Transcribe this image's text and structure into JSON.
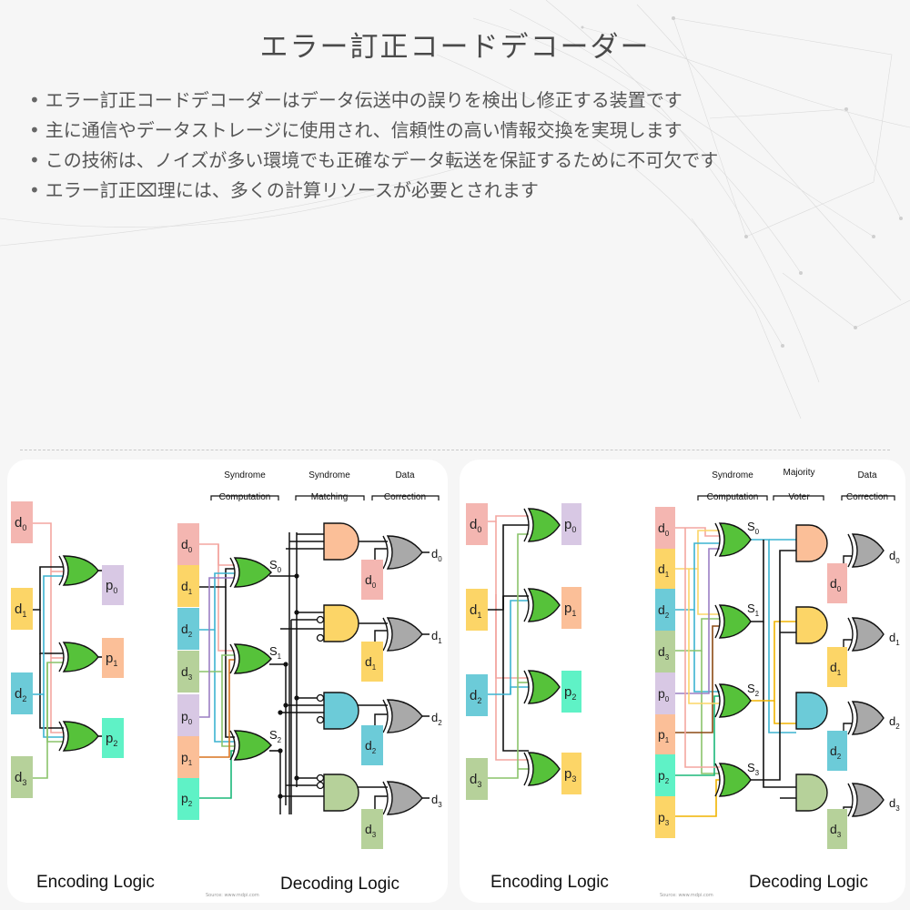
{
  "title": "エラー訂正コードデコーダー",
  "bullets": [
    "エラー訂正コードデコーダーはデータ伝送中の誤りを検出し修正する装置です",
    "主に通信やデータストレージに使用され、信頼性の高い情報交換を実現します",
    "この技術は、ノイズが多い環境でも正確なデータ転送を保証するために不可欠です",
    "エラー訂正⌧理には、多くの計算リソースが必要とされます"
  ],
  "left_figure": {
    "encoding_caption": "Encoding Logic",
    "decoding_caption": "Decoding Logic",
    "headers": {
      "h1a": "Syndrome",
      "h1b": "Computation",
      "h2a": "Syndrome",
      "h2b": "Matching",
      "h3a": "Data",
      "h3b": "Correction"
    },
    "source": "Source: www.mdpi.com"
  },
  "right_figure": {
    "encoding_caption": "Encoding Logic",
    "decoding_caption": "Decoding Logic",
    "headers": {
      "h1a": "Syndrome",
      "h1b": "Computation",
      "h2a": "Majority",
      "h2b": "Voter",
      "h3a": "Data",
      "h3b": "Correction"
    },
    "source": "Source: www.mdpi.com"
  },
  "colors": {
    "d0": "#f4b6b1",
    "d1": "#fcd567",
    "d2": "#6ccbd8",
    "d3": "#b6d19a",
    "p0": "#d8c8e4",
    "p1": "#fbbf98",
    "p2": "#5ff2c6",
    "p3": "#fcd567",
    "xor_gate": "#56c23a",
    "and_p": "#fbbf98",
    "and_y": "#fcd567",
    "and_c": "#6ccbd8",
    "and_g": "#b6d19a",
    "out_gate": "#a9a9a9"
  }
}
